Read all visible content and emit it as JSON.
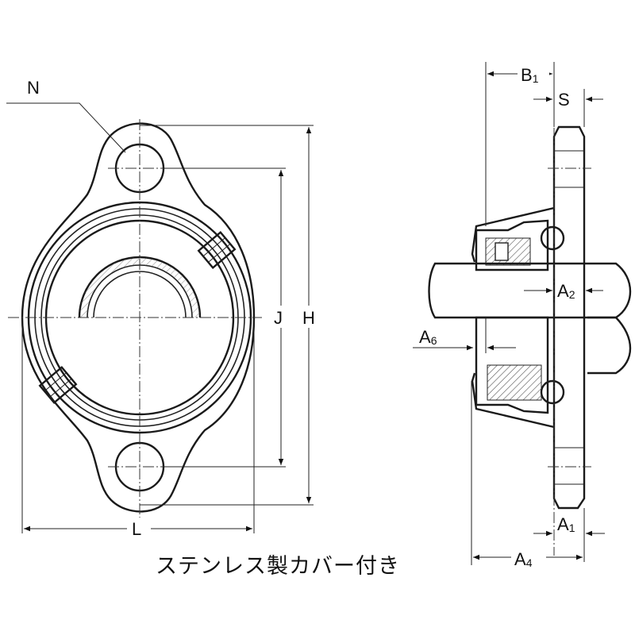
{
  "front_view": {
    "labels": {
      "N": "N",
      "J": "J",
      "H": "H",
      "L": "L"
    }
  },
  "side_view": {
    "labels": {
      "B": "B",
      "B_sub": "1",
      "S": "S",
      "A2": "A",
      "A2_sub": "2",
      "A6": "A",
      "A6_sub": "6",
      "A1": "A",
      "A1_sub": "1",
      "A4": "A",
      "A4_sub": "4"
    }
  },
  "caption": "ステンレス製カバー付き",
  "colors": {
    "line": "#1a1a1a",
    "hatch": "#555555",
    "background": "#ffffff"
  }
}
